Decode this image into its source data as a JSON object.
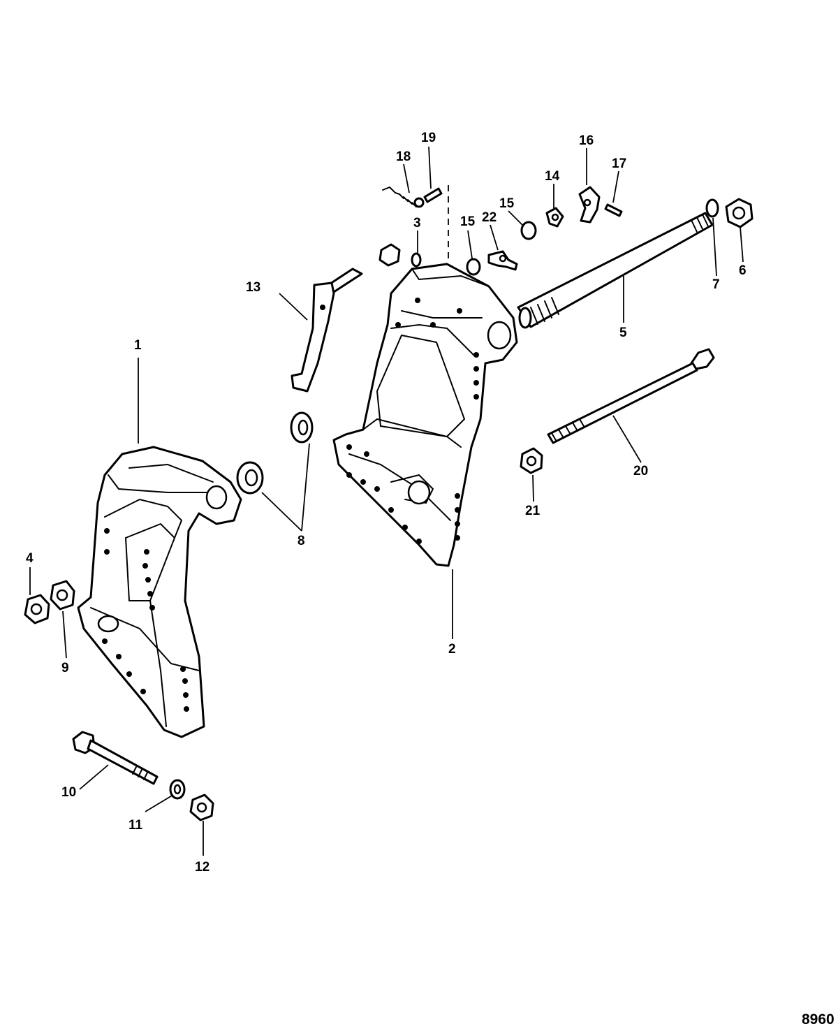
{
  "diagram": {
    "reference_number": "8960",
    "callouts": {
      "c1": "1",
      "c2": "2",
      "c3": "3",
      "c4": "4",
      "c5": "5",
      "c6": "6",
      "c7": "7",
      "c8": "8",
      "c9": "9",
      "c10": "10",
      "c11": "11",
      "c12": "12",
      "c13": "13",
      "c14": "14",
      "c15a": "15",
      "c15b": "15",
      "c16": "16",
      "c17": "17",
      "c18": "18",
      "c19": "19",
      "c20": "20",
      "c21": "21",
      "c22": "22"
    }
  }
}
